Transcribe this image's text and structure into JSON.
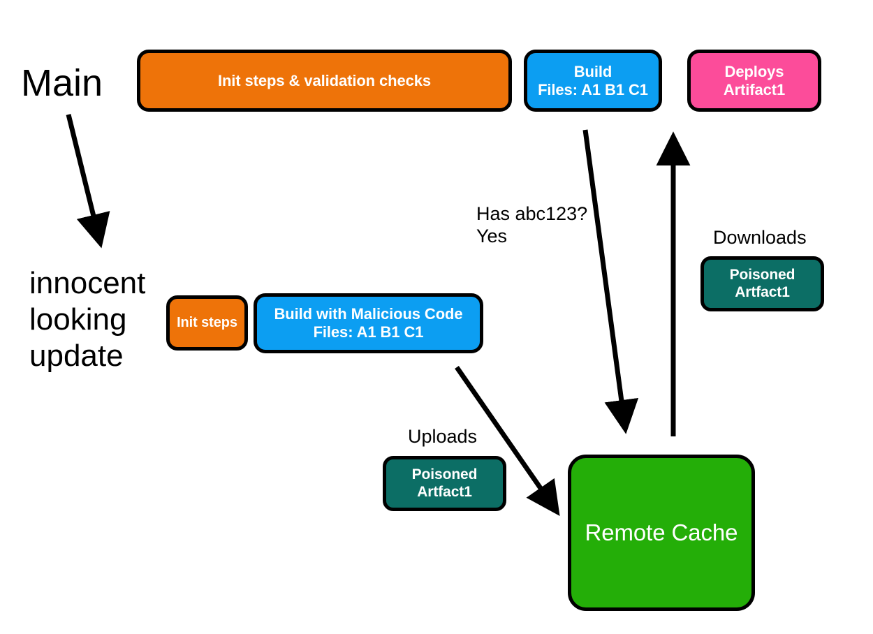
{
  "diagram": {
    "title_labels": {
      "main_branch": "Main",
      "feature_branch": "innocent\nlooking\nupdate"
    },
    "nodes": [
      {
        "id": "main-init",
        "label": "Init steps & validation checks",
        "lines": [
          "Init steps & validation checks"
        ],
        "color": "#ee7309"
      },
      {
        "id": "main-build",
        "label": "Build Files: A1 B1 C1",
        "lines": [
          "Build",
          "Files: A1  B1  C1"
        ],
        "color": "#0c9ef2"
      },
      {
        "id": "main-deploy",
        "label": "Deploys Artifact1",
        "lines": [
          "Deploys",
          "Artifact1"
        ],
        "color": "#fc4c9a"
      },
      {
        "id": "pr-init",
        "label": "Init steps",
        "lines": [
          "Init steps"
        ],
        "color": "#ee7309"
      },
      {
        "id": "pr-build",
        "label": "Build with Malicious Code Files: A1 B1 C1",
        "lines": [
          "Build with Malicious Code",
          "Files: A1  B1  C1"
        ],
        "color": "#0c9ef2"
      },
      {
        "id": "artifact-download",
        "label": "Poisoned Artfact1",
        "lines": [
          "Poisoned",
          "Artfact1"
        ],
        "color": "#0c6e65"
      },
      {
        "id": "artifact-upload",
        "label": "Poisoned Artfact1",
        "lines": [
          "Poisoned",
          "Artfact1"
        ],
        "color": "#0c6e65"
      },
      {
        "id": "remote-cache",
        "label": "Remote Cache",
        "lines": [
          "Remote Cache"
        ],
        "color": "#24ae08"
      }
    ],
    "annotations": {
      "cache_query": "Has abc123?\nYes",
      "downloads": "Downloads",
      "uploads": "Uploads"
    },
    "arrows": [
      {
        "id": "main-to-branch",
        "from": "Main",
        "to": "innocent looking update"
      },
      {
        "id": "build-to-cache",
        "from": "Build",
        "to": "Remote Cache",
        "label": "Has abc123? Yes"
      },
      {
        "id": "cache-to-deploy",
        "from": "Remote Cache",
        "to": "Deploys Artifact1",
        "label": "Downloads"
      },
      {
        "id": "malicious-build-to-cache",
        "from": "Build with Malicious Code",
        "to": "Remote Cache",
        "label": "Uploads"
      }
    ],
    "colors": {
      "orange": "#ee7309",
      "blue": "#0c9ef2",
      "pink": "#fc4c9a",
      "teal": "#0c6e65",
      "green": "#24ae08",
      "stroke": "#000000",
      "background": "#ffffff"
    }
  }
}
